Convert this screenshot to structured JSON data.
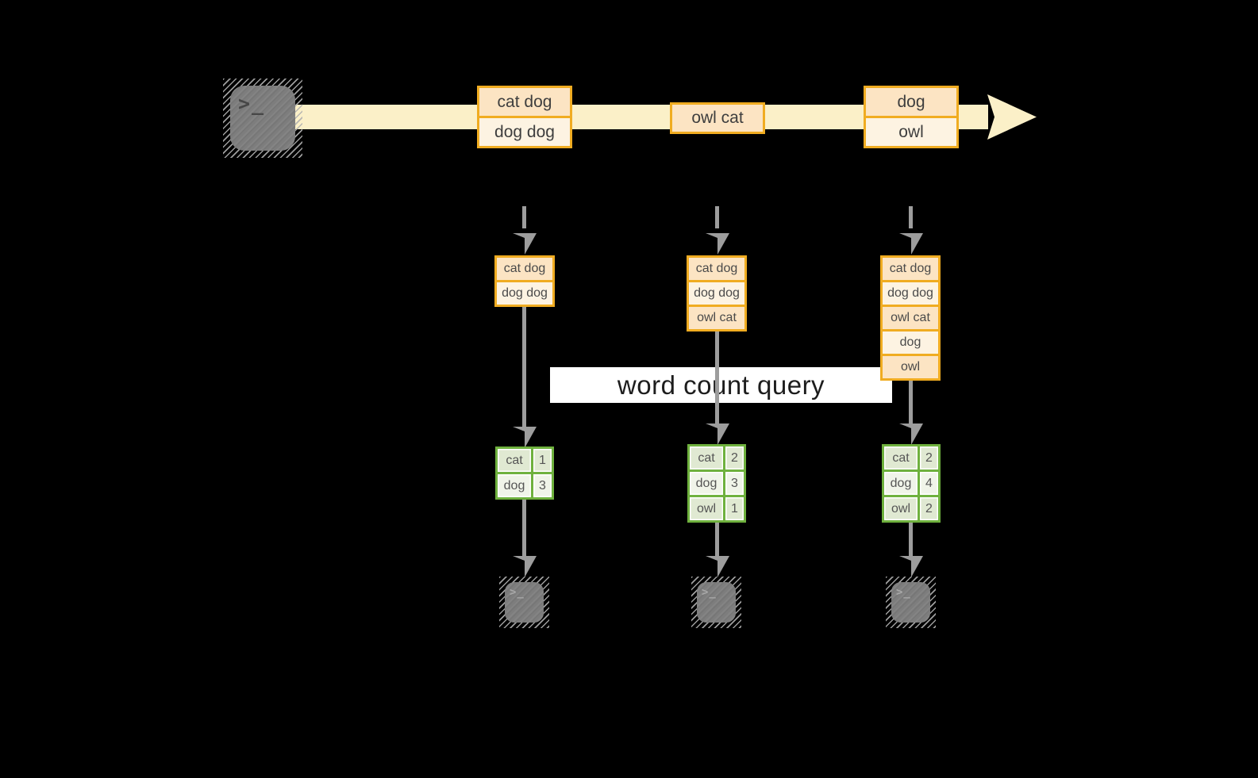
{
  "colors": {
    "background": "#000000",
    "stream_band": "#fbf0c8",
    "event_border_orange": "#f0ac21",
    "event_fill_dark": "#fce4c3",
    "event_fill_light": "#fdf3e2",
    "count_border_green": "#6fb13e",
    "count_fill_dark": "#e0e9d2",
    "count_fill_light": "#f0f4e9",
    "connector_gray": "#9d9d9d",
    "terminal_gray": "#7d7d7d",
    "label_background": "#ffffff"
  },
  "icons": {
    "terminal_glyph": ">_"
  },
  "query_label": "word count query",
  "timeline": {
    "batches": [
      {
        "events": [
          "cat dog",
          "dog dog"
        ]
      },
      {
        "events": [
          "owl cat"
        ]
      },
      {
        "events": [
          "dog",
          "owl"
        ]
      }
    ]
  },
  "columns": [
    {
      "input_events": [
        "cat dog",
        "dog dog"
      ],
      "counts": [
        {
          "word": "cat",
          "count": "1"
        },
        {
          "word": "dog",
          "count": "3"
        }
      ]
    },
    {
      "input_events": [
        "cat dog",
        "dog dog",
        "owl cat"
      ],
      "counts": [
        {
          "word": "cat",
          "count": "2"
        },
        {
          "word": "dog",
          "count": "3"
        },
        {
          "word": "owl",
          "count": "1"
        }
      ]
    },
    {
      "input_events": [
        "cat dog",
        "dog dog",
        "owl cat",
        "dog",
        "owl"
      ],
      "counts": [
        {
          "word": "cat",
          "count": "2"
        },
        {
          "word": "dog",
          "count": "4"
        },
        {
          "word": "owl",
          "count": "2"
        }
      ]
    }
  ]
}
